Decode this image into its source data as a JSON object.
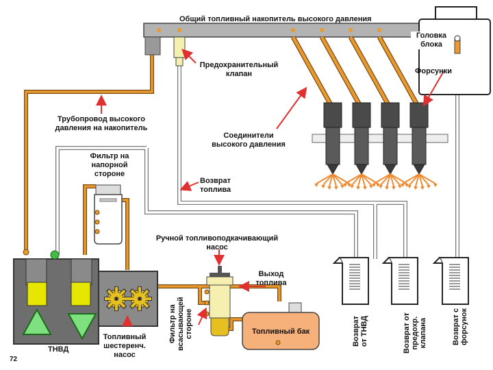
{
  "labels": {
    "rail": "Общий топливный накопитель высокого давления",
    "head": "Головка\nблока",
    "injectors": "Форсунки",
    "relief_valve": "Предохранительный\nклапан",
    "hp_pipe": "Трубопровод высокого\nдавления на накопитель",
    "connectors": "Соединители\nвысокого давления",
    "pressure_filter": "Фильтр на\nнапорной\nстороне",
    "fuel_return": "Возврат\nтоплива",
    "hand_pump": "Ручной топливоподкачивающий\nнасос",
    "fuel_outlet": "Выход\nтоплива",
    "suction_filter": "Фильтр на\nвсасывающей\nстороне",
    "tank": "Топливный бак",
    "gear_pump": "Топливный\nшестеренч.\nнасос",
    "hp_pump": "ТНВД",
    "return_hp_pump": "Возврат\nот ТНВД",
    "return_valve": "Возврат от\nпредохр.\nклапана",
    "return_injectors": "Возврат с\nфорсунок",
    "page_number": "72"
  },
  "colors": {
    "fuel_line": "#e8992f",
    "rail": "#b3b3b3",
    "injector_body": "#4a4a4a",
    "pump_body": "#6e6e6e",
    "piston": "#e6e600",
    "triangle": "#7fe07f",
    "tank": "#f6b07a",
    "arrow": "#e03030",
    "spray": "#f08a30"
  },
  "icons": [
    "gear-icon",
    "up-triangle-icon",
    "down-triangle-icon",
    "measuring-cup-icon",
    "red-arrow-icon"
  ]
}
